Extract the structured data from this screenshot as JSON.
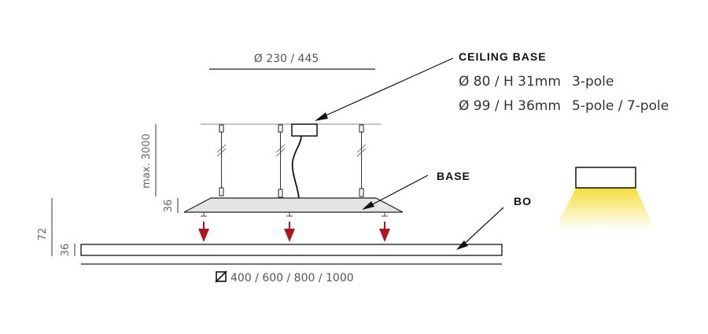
{
  "dimensions": {
    "canopy_width": "Ø 230 / 445",
    "max_length": "max. 3000",
    "base_height": "36",
    "total_height": "72",
    "panel_height": "36",
    "panel_sizes": "400 / 600 / 800 / 1000"
  },
  "labels": {
    "ceiling_base": "CEILING BASE",
    "base": "BASE",
    "bo": "BO"
  },
  "ceiling_base_specs": [
    {
      "size": "Ø 80 / H 31mm",
      "poles": "3-pole"
    },
    {
      "size": "Ø 99 / H 36mm",
      "poles": "5-pole / 7-pole"
    }
  ],
  "colors": {
    "arrow_red": "#b0141e",
    "light_beam": "#f5e04a",
    "base_fill": "#e4e4e4",
    "line": "#222222"
  }
}
